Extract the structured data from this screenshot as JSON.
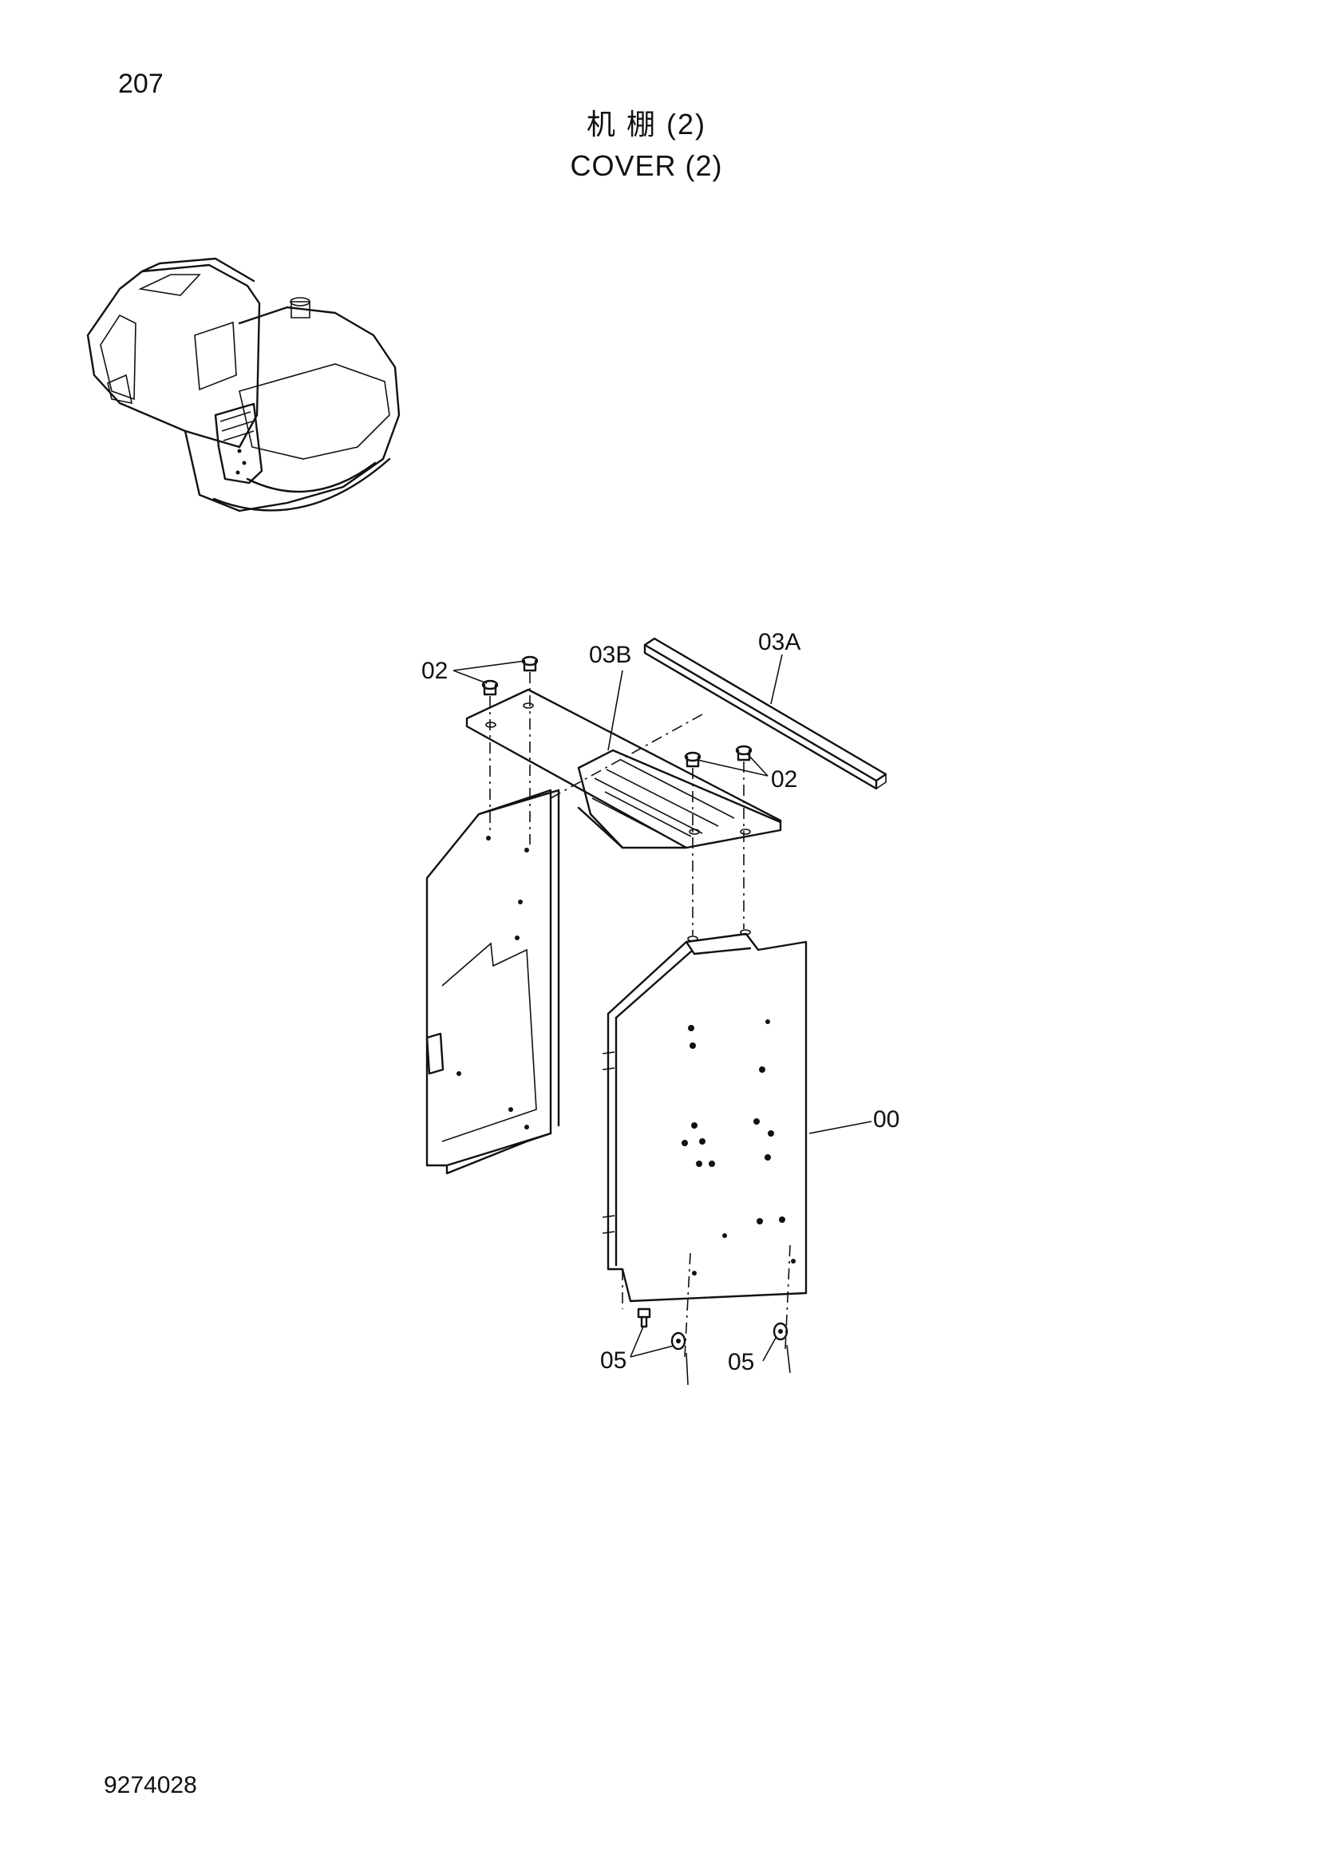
{
  "page": {
    "page_number": "207",
    "title_cn": "机 棚 (2)",
    "title_en": "COVER  (2)",
    "document_code": "9274028"
  },
  "diagram": {
    "callouts": {
      "p02_upper": "02",
      "p03b": "03B",
      "p03a": "03A",
      "p02_lower": "02",
      "p00": "00",
      "p05_left": "05",
      "p05_right": "05"
    }
  }
}
